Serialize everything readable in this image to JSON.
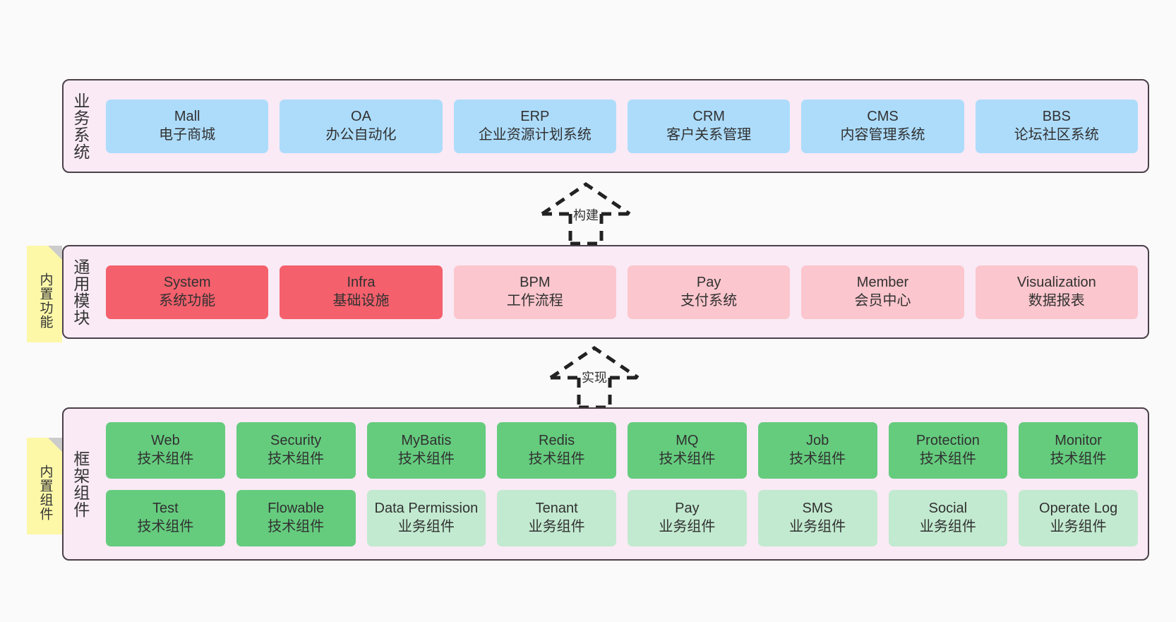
{
  "diagram": {
    "background_color": "#fafafa",
    "layer_fill": "#f9eaf5",
    "layer_border": "#4a4049",
    "note_color": "#fcf8a8"
  },
  "layers": [
    {
      "id": "business",
      "label": "业务系统",
      "accent": "#addcfb",
      "rows": [
        [
          {
            "name": "Mall",
            "sub": "电子商城",
            "color": "c-blue"
          },
          {
            "name": "OA",
            "sub": "办公自动化",
            "color": "c-blue"
          },
          {
            "name": "ERP",
            "sub": "企业资源计划系统",
            "color": "c-blue"
          },
          {
            "name": "CRM",
            "sub": "客户关系管理",
            "color": "c-blue"
          },
          {
            "name": "CMS",
            "sub": "内容管理系统",
            "color": "c-blue"
          },
          {
            "name": "BBS",
            "sub": "论坛社区系统",
            "color": "c-blue"
          }
        ]
      ]
    },
    {
      "id": "common",
      "label": "通用模块",
      "accent": "#f4606c",
      "rows": [
        [
          {
            "name": "System",
            "sub": "系统功能",
            "color": "c-red"
          },
          {
            "name": "Infra",
            "sub": "基础设施",
            "color": "c-red"
          },
          {
            "name": "BPM",
            "sub": "工作流程",
            "color": "c-pink"
          },
          {
            "name": "Pay",
            "sub": "支付系统",
            "color": "c-pink"
          },
          {
            "name": "Member",
            "sub": "会员中心",
            "color": "c-pink"
          },
          {
            "name": "Visualization",
            "sub": "数据报表",
            "color": "c-pink"
          }
        ]
      ]
    },
    {
      "id": "framework",
      "label": "框架组件",
      "accent": "#65cc7e",
      "rows": [
        [
          {
            "name": "Web",
            "sub": "技术组件",
            "color": "c-green"
          },
          {
            "name": "Security",
            "sub": "技术组件",
            "color": "c-green"
          },
          {
            "name": "MyBatis",
            "sub": "技术组件",
            "color": "c-green"
          },
          {
            "name": "Redis",
            "sub": "技术组件",
            "color": "c-green"
          },
          {
            "name": "MQ",
            "sub": "技术组件",
            "color": "c-green"
          },
          {
            "name": "Job",
            "sub": "技术组件",
            "color": "c-green"
          },
          {
            "name": "Protection",
            "sub": "技术组件",
            "color": "c-green"
          },
          {
            "name": "Monitor",
            "sub": "技术组件",
            "color": "c-green"
          }
        ],
        [
          {
            "name": "Test",
            "sub": "技术组件",
            "color": "c-green"
          },
          {
            "name": "Flowable",
            "sub": "技术组件",
            "color": "c-green"
          },
          {
            "name": "Data Permission",
            "sub": "业务组件",
            "color": "c-green-light"
          },
          {
            "name": "Tenant",
            "sub": "业务组件",
            "color": "c-green-light"
          },
          {
            "name": "Pay",
            "sub": "业务组件",
            "color": "c-green-light"
          },
          {
            "name": "SMS",
            "sub": "业务组件",
            "color": "c-green-light"
          },
          {
            "name": "Social",
            "sub": "业务组件",
            "color": "c-green-light"
          },
          {
            "name": "Operate Log",
            "sub": "业务组件",
            "color": "c-green-light"
          }
        ]
      ]
    }
  ],
  "notes": [
    {
      "id": "builtin-func",
      "text": "内置功能"
    },
    {
      "id": "builtin-comp",
      "text": "内置组件"
    }
  ],
  "connectors": [
    {
      "id": "build",
      "label": "构建",
      "style": "dashed-generalization",
      "direction": "up"
    },
    {
      "id": "impl",
      "label": "实现",
      "style": "dashed-generalization",
      "direction": "up"
    }
  ]
}
